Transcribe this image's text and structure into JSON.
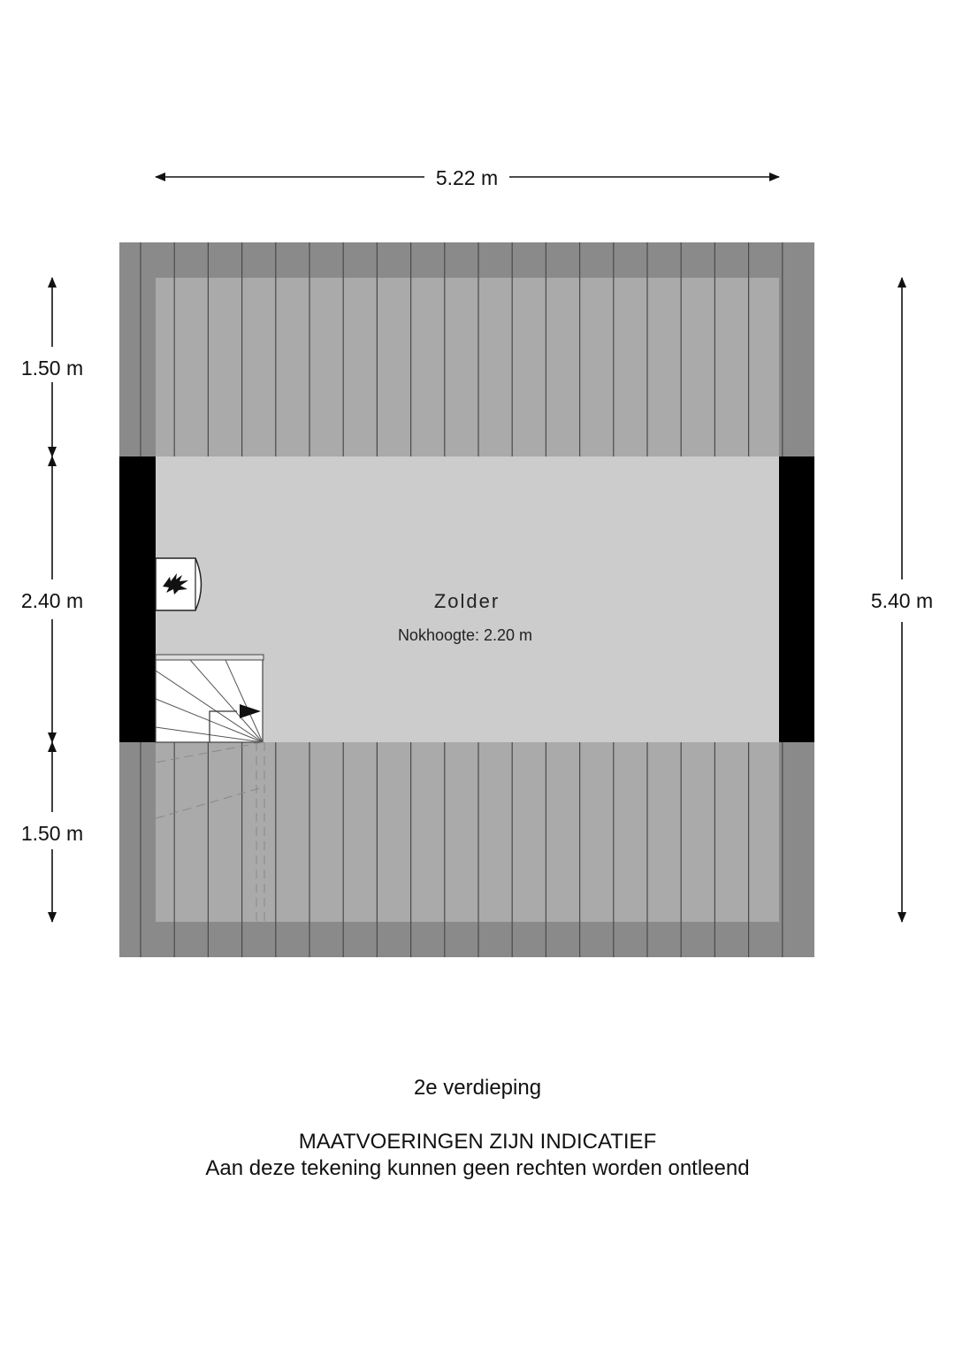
{
  "dimensions": {
    "width": "5.22 m",
    "depth": "5.40 m",
    "upper_slope": "1.50 m",
    "middle_section": "2.40 m",
    "lower_slope": "1.50 m"
  },
  "room": {
    "name": "Zolder",
    "ridge_height": "Nokhoogte: 2.20 m"
  },
  "floor_label": "2e verdieping",
  "disclaimer": {
    "line1": "MAATVOERINGEN ZIJN INDICATIEF",
    "line2": "Aan deze tekening kunnen geen rechten worden ontleend"
  },
  "colors": {
    "roof_outer": "#8a8a8a",
    "roof_inner": "#aaaaaa",
    "floor": "#cccccc",
    "gable_wall": "#000000",
    "rafter_line": "#4a4a4a"
  },
  "icons": {
    "heater": "heater-flame-icon",
    "stair_direction": "arrow-right-icon"
  }
}
